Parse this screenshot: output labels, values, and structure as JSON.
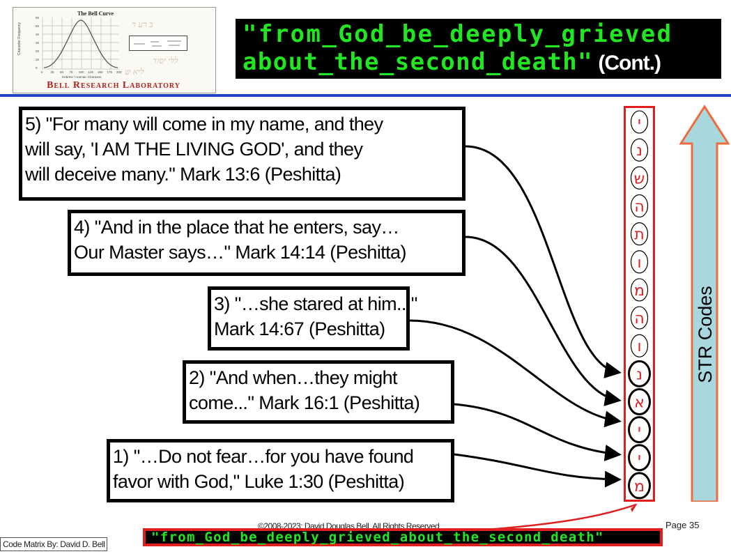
{
  "logo": {
    "chart_title": "The Bell Curve",
    "y_axis_label": "Character Frequency",
    "x_axis_label": "Hebrew / Aramaic Character",
    "x_ticks": [
      "0",
      "25",
      "50",
      "75",
      "100",
      "125",
      "150",
      "175",
      "200"
    ],
    "y_ticks": [
      "60",
      "50",
      "40",
      "30",
      "20",
      "10",
      "0"
    ],
    "lab_name": "Bell Research Laboratory"
  },
  "header": {
    "title_line1": "\"from_God_be_deeply_grieved",
    "title_line2": "about_the_second_death\"",
    "title_suffix": " (Cont.)",
    "accent_color": "#22e622"
  },
  "quotes": [
    {
      "lines": [
        "5) \"For many will come in my name, and they",
        "will say, 'I AM THE LIVING GOD', and they",
        "will deceive many.\" Mark 13:6 (Peshitta)"
      ]
    },
    {
      "lines": [
        "4) \"And in the place that he enters, say…",
        "Our Master says…\" Mark 14:14 (Peshitta)"
      ]
    },
    {
      "lines": [
        "3) \"…she stared at him...\"",
        "Mark 14:67 (Peshitta)"
      ]
    },
    {
      "lines": [
        "2) \"And when…they might",
        "come...\" Mark 16:1 (Peshitta)"
      ]
    },
    {
      "lines": [
        "1) \"…Do not fear…for you have found",
        "favor with God,\" Luke 1:30 (Peshitta)"
      ]
    }
  ],
  "code_column": {
    "letters": [
      "י",
      "נ",
      "ש",
      "ה",
      "ת",
      "ו",
      "מ",
      "ה",
      "ו",
      "נ",
      "א",
      "י",
      "י",
      "מ"
    ],
    "highlighted": [
      false,
      false,
      false,
      false,
      false,
      false,
      false,
      false,
      false,
      true,
      true,
      true,
      true,
      true
    ],
    "letter_color": "#e02020"
  },
  "side_arrow": {
    "label": "STR Codes",
    "fill_color": "#a8d8de",
    "border_color": "#f06a3a"
  },
  "footer": {
    "copyright": "©2008-2023: David Douglas Bell, All Rights Reserved",
    "page": "Page 35",
    "credit": "Code Matrix By:  David D. Bell",
    "sequence": "\"from_God_be_deeply_grieved_about_the_second_death\""
  }
}
